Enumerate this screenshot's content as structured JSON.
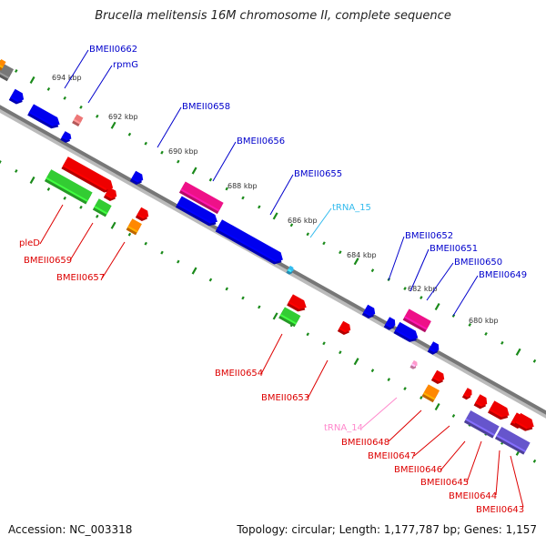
{
  "title": "Brucella melitensis 16M chromosome II, complete sequence",
  "footer": {
    "accession": "Accession: NC_003318",
    "summary": "Topology: circular; Length: 1,177,787 bp; Genes: 1,157"
  },
  "colors": {
    "backbone": "#808080",
    "tick": "#1a8a1a",
    "label_forward": "#0000cc",
    "label_reverse": "#dd0000",
    "label_trna_forward": "#33bbee",
    "label_trna_reverse": "#ff88cc"
  },
  "ticks": [
    {
      "label": "694 kbp",
      "kbp": 694
    },
    {
      "label": "692 kbp",
      "kbp": 692
    },
    {
      "label": "690 kbp",
      "kbp": 690
    },
    {
      "label": "688 kbp",
      "kbp": 688
    },
    {
      "label": "686 kbp",
      "kbp": 686
    },
    {
      "label": "684 kbp",
      "kbp": 684
    },
    {
      "label": "682 kbp",
      "kbp": 682
    },
    {
      "label": "680 kbp",
      "kbp": 680
    }
  ],
  "features_forward": [
    {
      "name": "BMEII0662",
      "color": "#0000ee",
      "labeled": true
    },
    {
      "name": "rpmG",
      "color": "#ee7777",
      "labeled": true
    },
    {
      "name": "BMEII0658",
      "color": "#0000ee",
      "labeled": true
    },
    {
      "name": "BMEII0656",
      "color": "#ee1188",
      "labeled": true
    },
    {
      "name": "BMEII0655",
      "color": "#0000ee",
      "labeled": true
    },
    {
      "name": "tRNA_15",
      "color": "#33bbee",
      "labeled": true
    },
    {
      "name": "BMEII0652",
      "color": "#0000ee",
      "labeled": true
    },
    {
      "name": "BMEII0651",
      "color": "#0000ee",
      "labeled": true
    },
    {
      "name": "BMEII0650",
      "color": "#ee1188",
      "labeled": true
    },
    {
      "name": "BMEII0649",
      "color": "#0000ee",
      "labeled": true
    }
  ],
  "features_reverse": [
    {
      "name": "pleD",
      "color": "#33cc33",
      "labeled": true
    },
    {
      "name": "BMEII0659",
      "color": "#33cc33",
      "labeled": true
    },
    {
      "name": "BMEII0657",
      "color": "#ff8800",
      "labeled": true
    },
    {
      "name": "BMEII0654",
      "color": "#33cc33",
      "labeled": true
    },
    {
      "name": "BMEII0653",
      "color": "#ee0000",
      "labeled": true
    },
    {
      "name": "tRNA_14",
      "color": "#ff99cc",
      "labeled": true
    },
    {
      "name": "BMEII0648",
      "color": "#ff8800",
      "labeled": true
    },
    {
      "name": "BMEII0647",
      "color": "#6655cc",
      "labeled": true
    },
    {
      "name": "BMEII0646",
      "color": "#6655cc",
      "labeled": true
    },
    {
      "name": "BMEII0645",
      "color": "#ee0000",
      "labeled": true
    },
    {
      "name": "BMEII0644",
      "color": "#ee0000",
      "labeled": true
    },
    {
      "name": "BMEII0643",
      "color": "#ee0000",
      "labeled": true
    }
  ]
}
